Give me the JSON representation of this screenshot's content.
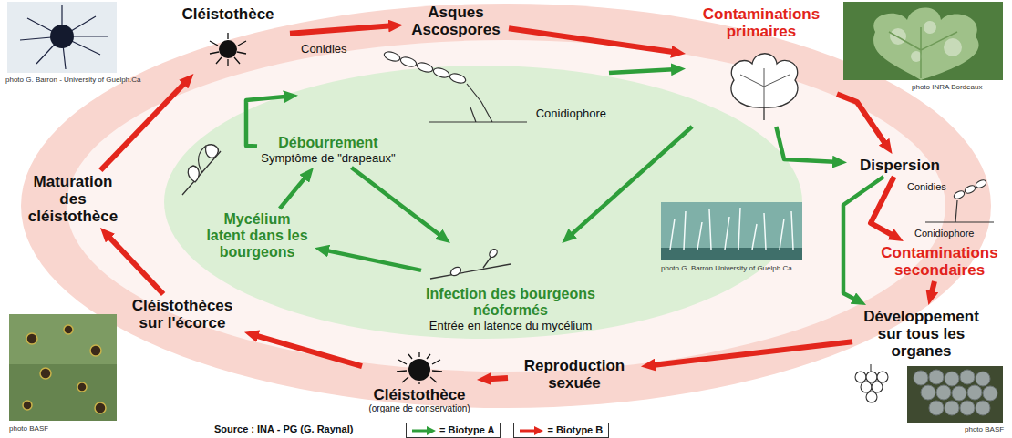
{
  "diagram": {
    "nodes": [
      {
        "text": [
          "Cléistothèce"
        ]
      },
      {
        "text": [
          "Asques Ascospores"
        ]
      },
      {
        "text": [
          "Contaminations primaires"
        ]
      },
      {
        "text": [
          "Conidies",
          "Conidiophore"
        ]
      },
      {
        "text": [
          "Débourrement",
          "Symptôme de \"drapeaux\""
        ]
      },
      {
        "text": [
          "Dispersion"
        ]
      },
      {
        "text": [
          "Contaminations secondaires"
        ]
      },
      {
        "text": [
          "Maturation des cléistothèce"
        ]
      },
      {
        "text": [
          "Mycélium latent dans les bourgeons"
        ]
      },
      {
        "text": [
          "Infection des bourgeons néoformés",
          "Entrée en latence du mycélium"
        ]
      },
      {
        "text": [
          "Développement sur tous les organes"
        ]
      },
      {
        "text": [
          "Cléistothèces sur l'écorce"
        ]
      },
      {
        "text": [
          "Reproduction sexuée"
        ]
      },
      {
        "text": [
          "Cléistothèce",
          "(organe de conservation)"
        ]
      }
    ],
    "edges": [
      {
        "from": 0,
        "to": 1,
        "arrow": "to"
      },
      {
        "from": 1,
        "to": 2,
        "arrow": "to"
      },
      {
        "from": 2,
        "to": 5,
        "arrow": "to"
      },
      {
        "from": 5,
        "to": 6,
        "arrow": "to"
      },
      {
        "from": 6,
        "to": 10,
        "arrow": "to"
      },
      {
        "from": 10,
        "to": 12,
        "arrow": "to"
      },
      {
        "from": 12,
        "to": 13,
        "arrow": "to"
      },
      {
        "from": 13,
        "to": 11,
        "arrow": "to"
      },
      {
        "from": 11,
        "to": 7,
        "arrow": "to"
      },
      {
        "from": 7,
        "to": 0,
        "arrow": "to"
      },
      {
        "from": 4,
        "to": 3,
        "arrow": "to"
      },
      {
        "from": 3,
        "to": 2,
        "arrow": "to"
      },
      {
        "from": 2,
        "to": 5,
        "arrow": "to"
      },
      {
        "from": 5,
        "to": 10,
        "arrow": "to"
      },
      {
        "from": 2,
        "to": 9,
        "arrow": "to"
      },
      {
        "from": 4,
        "to": 9,
        "arrow": "to"
      },
      {
        "from": 9,
        "to": 8,
        "arrow": "to"
      },
      {
        "from": 8,
        "to": 4,
        "arrow": "to"
      }
    ],
    "labels": [
      "photo G. Barron - University of Guelph.Ca",
      "photo INRA Bordeaux",
      "Conidies",
      "Conidiophore",
      "photo G. Barron University of Guelph.Ca",
      "photo BASF",
      "photo BASF",
      "Source : INA - PG (G. Raynal)"
    ],
    "legend": [
      {
        "text": "= Biotype A",
        "color": "#2e9e3a"
      },
      {
        "text": "= Biotype B",
        "color": "#e3261c"
      }
    ]
  }
}
